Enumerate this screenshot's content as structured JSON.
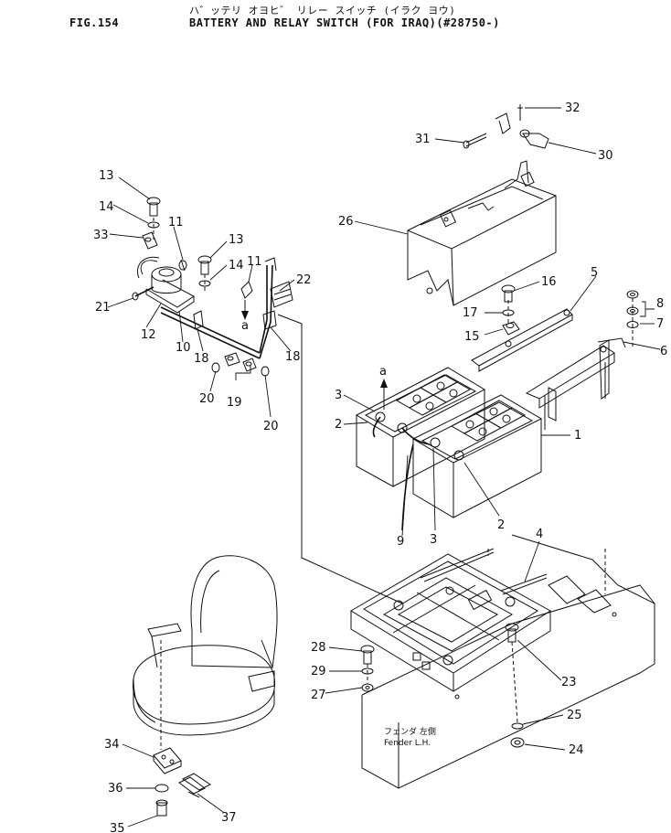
{
  "header": {
    "fig": "FIG.154",
    "title_jp": "ハ゛ッテリ オヨヒ゛ リレー スイッチ (イラク ヨウ)",
    "title_en": "BATTERY AND RELAY SWITCH (FOR IRAQ)(#28750-)"
  },
  "annotations": {
    "ref_a_1": "a",
    "ref_a_2": "a",
    "fender_jp": "フェンダ 左側",
    "fender_en": "Fender L.H."
  },
  "callouts": [
    {
      "id": "c32",
      "label": "32"
    },
    {
      "id": "c31",
      "label": "31"
    },
    {
      "id": "c30",
      "label": "30"
    },
    {
      "id": "c26",
      "label": "26"
    },
    {
      "id": "c13a",
      "label": "13"
    },
    {
      "id": "c14a",
      "label": "14"
    },
    {
      "id": "c33",
      "label": "33"
    },
    {
      "id": "c11a",
      "label": "11"
    },
    {
      "id": "c13b",
      "label": "13"
    },
    {
      "id": "c14b",
      "label": "14"
    },
    {
      "id": "c11b",
      "label": "11"
    },
    {
      "id": "c22",
      "label": "22"
    },
    {
      "id": "c21",
      "label": "21"
    },
    {
      "id": "c12",
      "label": "12"
    },
    {
      "id": "c10",
      "label": "10"
    },
    {
      "id": "c18a",
      "label": "18"
    },
    {
      "id": "c18b",
      "label": "18"
    },
    {
      "id": "c20a",
      "label": "20"
    },
    {
      "id": "c19",
      "label": "19"
    },
    {
      "id": "c20b",
      "label": "20"
    },
    {
      "id": "c16",
      "label": "16"
    },
    {
      "id": "c5",
      "label": "5"
    },
    {
      "id": "c8",
      "label": "8"
    },
    {
      "id": "c17",
      "label": "17"
    },
    {
      "id": "c7",
      "label": "7"
    },
    {
      "id": "c15",
      "label": "15"
    },
    {
      "id": "c6",
      "label": "6"
    },
    {
      "id": "c3a",
      "label": "3"
    },
    {
      "id": "c2a",
      "label": "2"
    },
    {
      "id": "c1",
      "label": "1"
    },
    {
      "id": "c9",
      "label": "9"
    },
    {
      "id": "c3b",
      "label": "3"
    },
    {
      "id": "c2b",
      "label": "2"
    },
    {
      "id": "c4",
      "label": "4"
    },
    {
      "id": "c28",
      "label": "28"
    },
    {
      "id": "c29",
      "label": "29"
    },
    {
      "id": "c27",
      "label": "27"
    },
    {
      "id": "c23",
      "label": "23"
    },
    {
      "id": "c25",
      "label": "25"
    },
    {
      "id": "c24",
      "label": "24"
    },
    {
      "id": "c34",
      "label": "34"
    },
    {
      "id": "c36",
      "label": "36"
    },
    {
      "id": "c37",
      "label": "37"
    },
    {
      "id": "c35",
      "label": "35"
    }
  ]
}
